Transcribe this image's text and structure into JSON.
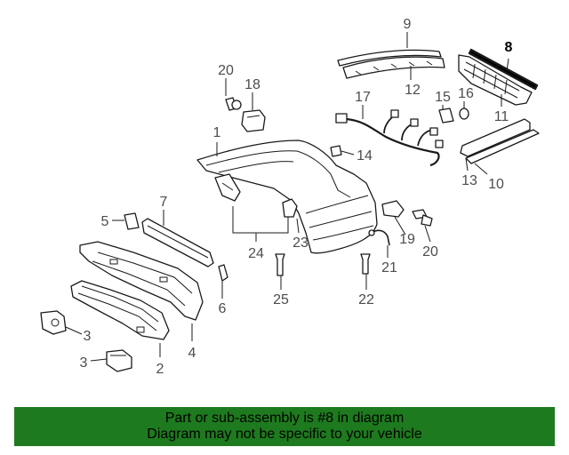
{
  "diagram": {
    "callouts": {
      "c1": "1",
      "c2": "2",
      "c3a": "3",
      "c3b": "3",
      "c4": "4",
      "c5": "5",
      "c6": "6",
      "c7": "7",
      "c8": "8",
      "c9": "9",
      "c10": "10",
      "c11": "11",
      "c12": "12",
      "c13": "13",
      "c14": "14",
      "c15": "15",
      "c16": "16",
      "c17": "17",
      "c18": "18",
      "c19": "19",
      "c20a": "20",
      "c20b": "20",
      "c21": "21",
      "c22": "22",
      "c23": "23",
      "c24": "24",
      "c25": "25"
    },
    "highlighted_part": "8"
  },
  "banner": {
    "line1": "Part or sub-assembly is #8 in diagram",
    "line2": "Diagram may not be specific to your vehicle"
  },
  "colors": {
    "banner_background": "#1e7a1e",
    "line_art": "#1a1a1a",
    "callout_text": "#4d4d4d",
    "highlight": "#000000"
  }
}
